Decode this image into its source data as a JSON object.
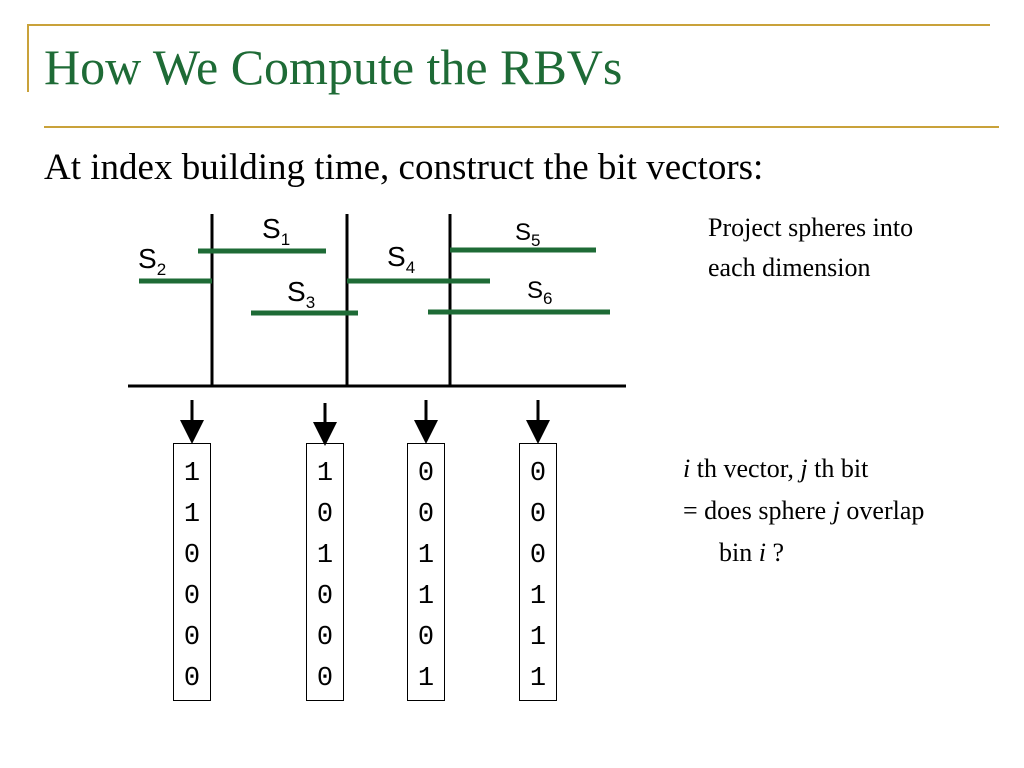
{
  "slide": {
    "title": "How We Compute the RBVs",
    "subtitle": "At index building time, construct the bit vectors:",
    "note_project": [
      "Project spheres into",
      "each dimension"
    ],
    "note_vector": {
      "line1": [
        "i",
        " th vector, ",
        "j",
        " th bit"
      ],
      "line2": [
        "= does sphere ",
        "j",
        " overlap"
      ],
      "line3": [
        "bin ",
        "i",
        " ?"
      ]
    }
  },
  "spheres": [
    {
      "base": "S",
      "sub": "1"
    },
    {
      "base": "S",
      "sub": "2"
    },
    {
      "base": "S",
      "sub": "3"
    },
    {
      "base": "S",
      "sub": "4"
    },
    {
      "base": "S",
      "sub": "5"
    },
    {
      "base": "S",
      "sub": "6"
    }
  ],
  "bit_vectors": [
    [
      "1",
      "1",
      "0",
      "0",
      "0",
      "0"
    ],
    [
      "1",
      "0",
      "1",
      "0",
      "0",
      "0"
    ],
    [
      "0",
      "0",
      "1",
      "1",
      "0",
      "1"
    ],
    [
      "0",
      "0",
      "0",
      "1",
      "1",
      "1"
    ]
  ],
  "colors": {
    "title": "#1e6b36",
    "segment": "#1e6b36",
    "accent_rule": "#c9a23a"
  }
}
